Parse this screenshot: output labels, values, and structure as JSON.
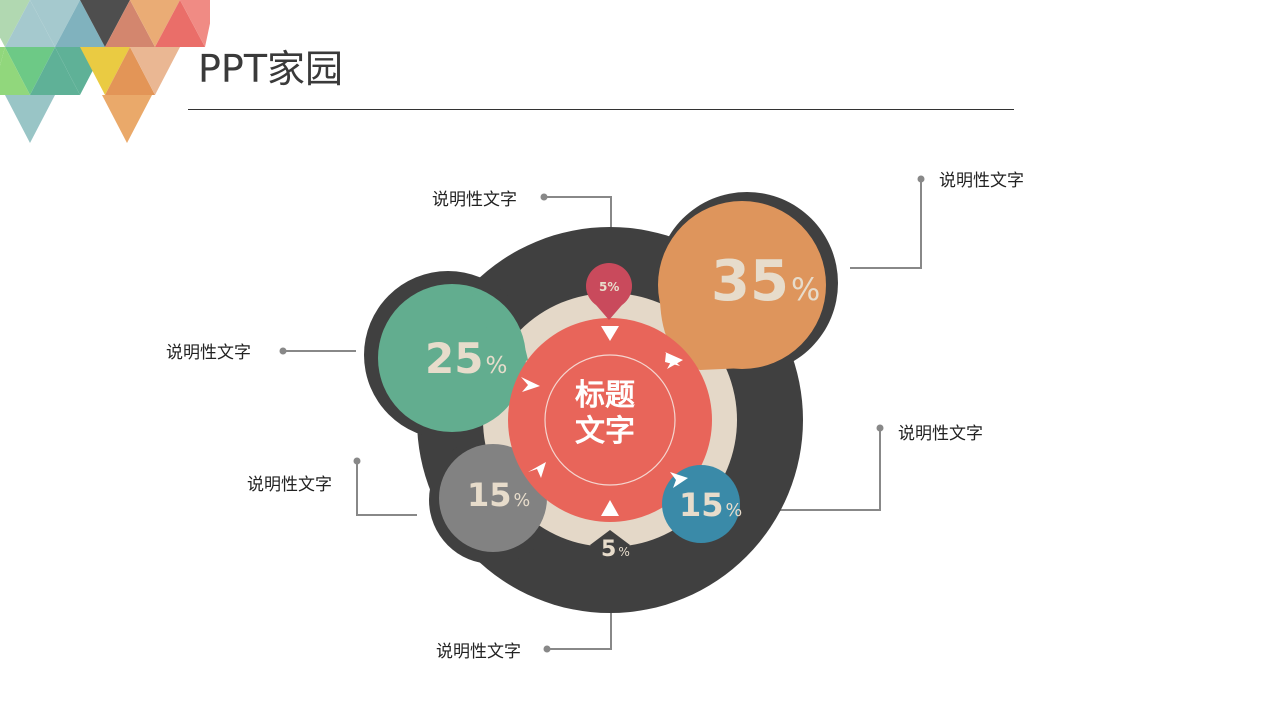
{
  "header": {
    "title": "PPT家园"
  },
  "diagram": {
    "center_title_line1": "标题",
    "center_title_line2": "文字",
    "colors": {
      "dark": "#404040",
      "ring": "#e4d8c8",
      "center": "#e8655a",
      "green": "#62ad8f",
      "orange": "#de955c",
      "gray": "#828282",
      "blue": "#3a8aa8",
      "crimson": "#c94a5c",
      "connector": "#888888"
    },
    "segments": [
      {
        "id": "top-5",
        "value": "5",
        "sign": "%",
        "color": "crimson",
        "label": "说明性文字"
      },
      {
        "id": "orange-35",
        "value": "35",
        "sign": "%",
        "color": "orange",
        "label": "说明性文字"
      },
      {
        "id": "green-25",
        "value": "25",
        "sign": "%",
        "color": "green",
        "label": "说明性文字"
      },
      {
        "id": "gray-15",
        "value": "15",
        "sign": "%",
        "color": "gray",
        "label": "说明性文字"
      },
      {
        "id": "blue-15",
        "value": "15",
        "sign": "%",
        "color": "blue",
        "label": "说明性文字"
      },
      {
        "id": "bottom-5",
        "value": "5",
        "sign": "%",
        "color": "dark",
        "label": "说明性文字"
      }
    ]
  },
  "chart_data": {
    "type": "pie",
    "title": "标题文字",
    "categories": [
      "说明性文字 (top)",
      "说明性文字 (orange)",
      "说明性文字 (green)",
      "说明性文字 (gray)",
      "说明性文字 (blue)",
      "说明性文字 (bottom)"
    ],
    "values": [
      5,
      35,
      25,
      15,
      15,
      5
    ],
    "unit": "%"
  }
}
